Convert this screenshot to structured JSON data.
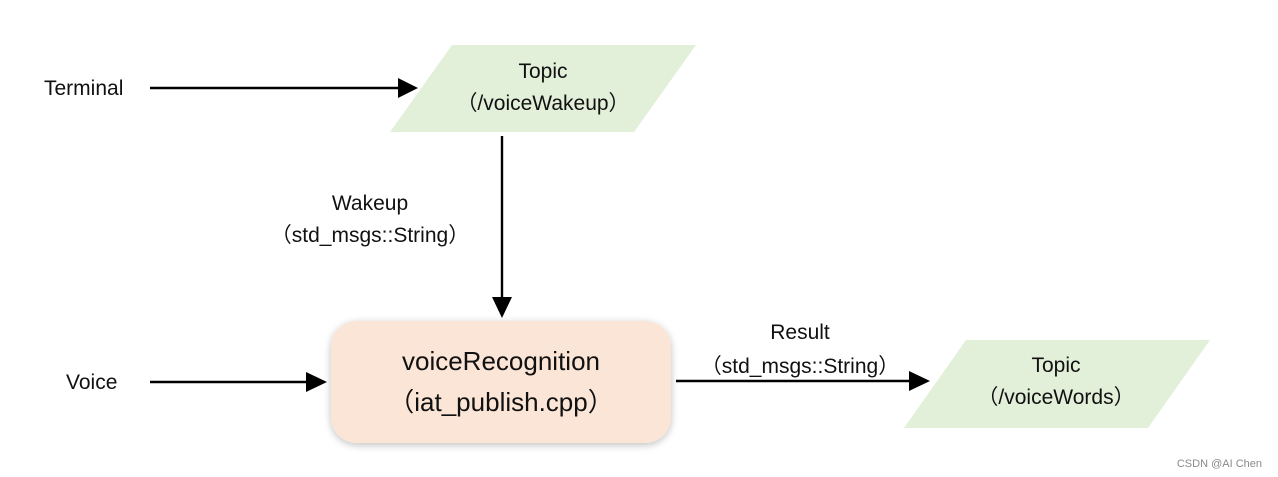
{
  "inputs": {
    "terminal": "Terminal",
    "voice": "Voice"
  },
  "topics": {
    "wakeup": {
      "title": "Topic",
      "name": "（/voiceWakeup）"
    },
    "words": {
      "title": "Topic",
      "name": "（/voiceWords）"
    }
  },
  "node": {
    "title": "voiceRecognition",
    "file": "（iat_publish.cpp）"
  },
  "edges": {
    "wakeup": {
      "label": "Wakeup",
      "type": "（std_msgs::String）"
    },
    "result": {
      "label": "Result",
      "type": "（std_msgs::String）"
    }
  },
  "watermark": "CSDN @AI Chen",
  "colors": {
    "topic_fill": "#e2efd9",
    "node_fill": "#fbe5d6",
    "arrow": "#000000"
  }
}
